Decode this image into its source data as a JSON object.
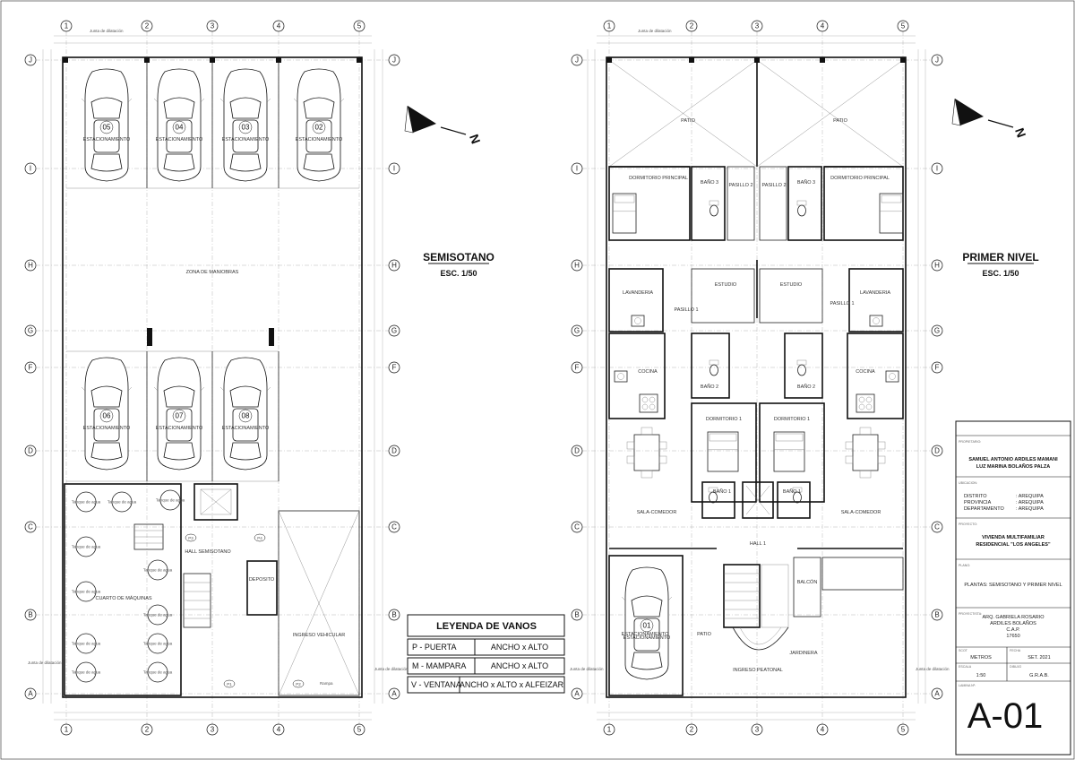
{
  "sheet": {
    "left_plan": {
      "title": "SEMISOTANO",
      "scale": "ESC. 1/50"
    },
    "right_plan": {
      "title": "PRIMER NIVEL",
      "scale": "ESC. 1/50"
    },
    "north": "N",
    "grid_cols": [
      "1",
      "2",
      "3",
      "4",
      "5"
    ],
    "grid_rows": [
      "J",
      "I",
      "H",
      "G",
      "F",
      "D",
      "C",
      "B",
      "A"
    ]
  },
  "basement": {
    "junta_label": "Junta de dilatación",
    "parking_numbers_top": [
      "05",
      "04",
      "03",
      "02"
    ],
    "parking_numbers_mid": [
      "06",
      "07",
      "08"
    ],
    "parking_label": "ESTACIONAMIENTO",
    "rooms": {
      "zona_maniobras": "ZONA DE MANIOBRAS",
      "hall": "HALL SEMISOTANO",
      "cuarto": "CUARTO  DE MÁQUINAS",
      "deposito": "DEPOSITO",
      "ingreso": "INGRESO VEHICULAR",
      "rampa": "Rampa"
    },
    "tank_label": "Tanque de agua",
    "door_tags": [
      "P3",
      "P4",
      "P1",
      "P2"
    ]
  },
  "first_floor": {
    "junta_label": "Junta de dilatación",
    "rooms": {
      "patio": "PATIO",
      "dormitorio_principal": "DORMITORIO PRINCIPAL",
      "bano1": "BAÑO 1",
      "bano2": "BAÑO 2",
      "bano3": "BAÑO 3",
      "pasillo1": "PASILLO 1",
      "pasillo2": "PASILLO 2",
      "estudio": "ESTUDIO",
      "lavanderia": "LAVANDERIA",
      "cocina": "COCINA",
      "dormitorio1": "DORMITORIO 1",
      "sala_comedor": "SALA-COMEDOR",
      "hall1": "HALL 1",
      "balcon": "BALCÓN",
      "jardinera": "JARDINERA",
      "ingreso_peatonal": "INGRESO PEATONAL",
      "estacionamiento": "ESTACIONAMIENTO"
    },
    "parking_number": "01"
  },
  "legend": {
    "title": "LEYENDA DE VANOS",
    "rows": [
      {
        "code": "P - PUERTA",
        "desc": "ANCHO x ALTO"
      },
      {
        "code": "M - MAMPARA",
        "desc": "ANCHO x ALTO"
      },
      {
        "code": "V - VENTANA",
        "desc": "ANCHO x ALTO x ALFEIZAR"
      }
    ]
  },
  "title_block": {
    "propietario_label": "PROPIETARIO:",
    "owner1": "SAMUEL ANTONIO ARDILES MAMANI",
    "owner2": "LUZ MARINA BOLAÑOS PALZA",
    "ubicacion_label": "UBICACION:",
    "distrito_label": "DISTRITO",
    "distrito": ": AREQUIPA",
    "provincia_label": "PROVINCIA",
    "provincia": ": AREQUIPA",
    "departamento_label": "DEPARTAMENTO",
    "departamento": ": AREQUIPA",
    "proyecto_label": "PROYECTO:",
    "project1": "VIVIENDA MULTIFAMILIAR",
    "project2": "RESIDENCIAL \"LOS ANGELES\"",
    "plano_label": "PLANO:",
    "plano": "PLANTAS: SEMISOTANO Y PRIMER NIVEL",
    "proyectista_label": "PROYECTISTA:",
    "arch1": "ARQ. GABRIELA ROSARIO",
    "arch2": "ARDILES BOLAÑOS",
    "arch3": "C.A.P.",
    "arch4": "17650",
    "scot_label": "SCOT",
    "scot": "METROS",
    "fecha_label": "FECHA",
    "fecha": "SET. 2021",
    "escala_label": "ESCALA",
    "escala": "1:50",
    "dibujo_label": "DIBUJO",
    "dibujo": "G.R.A.B.",
    "lamina_label": "LAMINA Nº:",
    "lamina": "A-01"
  }
}
